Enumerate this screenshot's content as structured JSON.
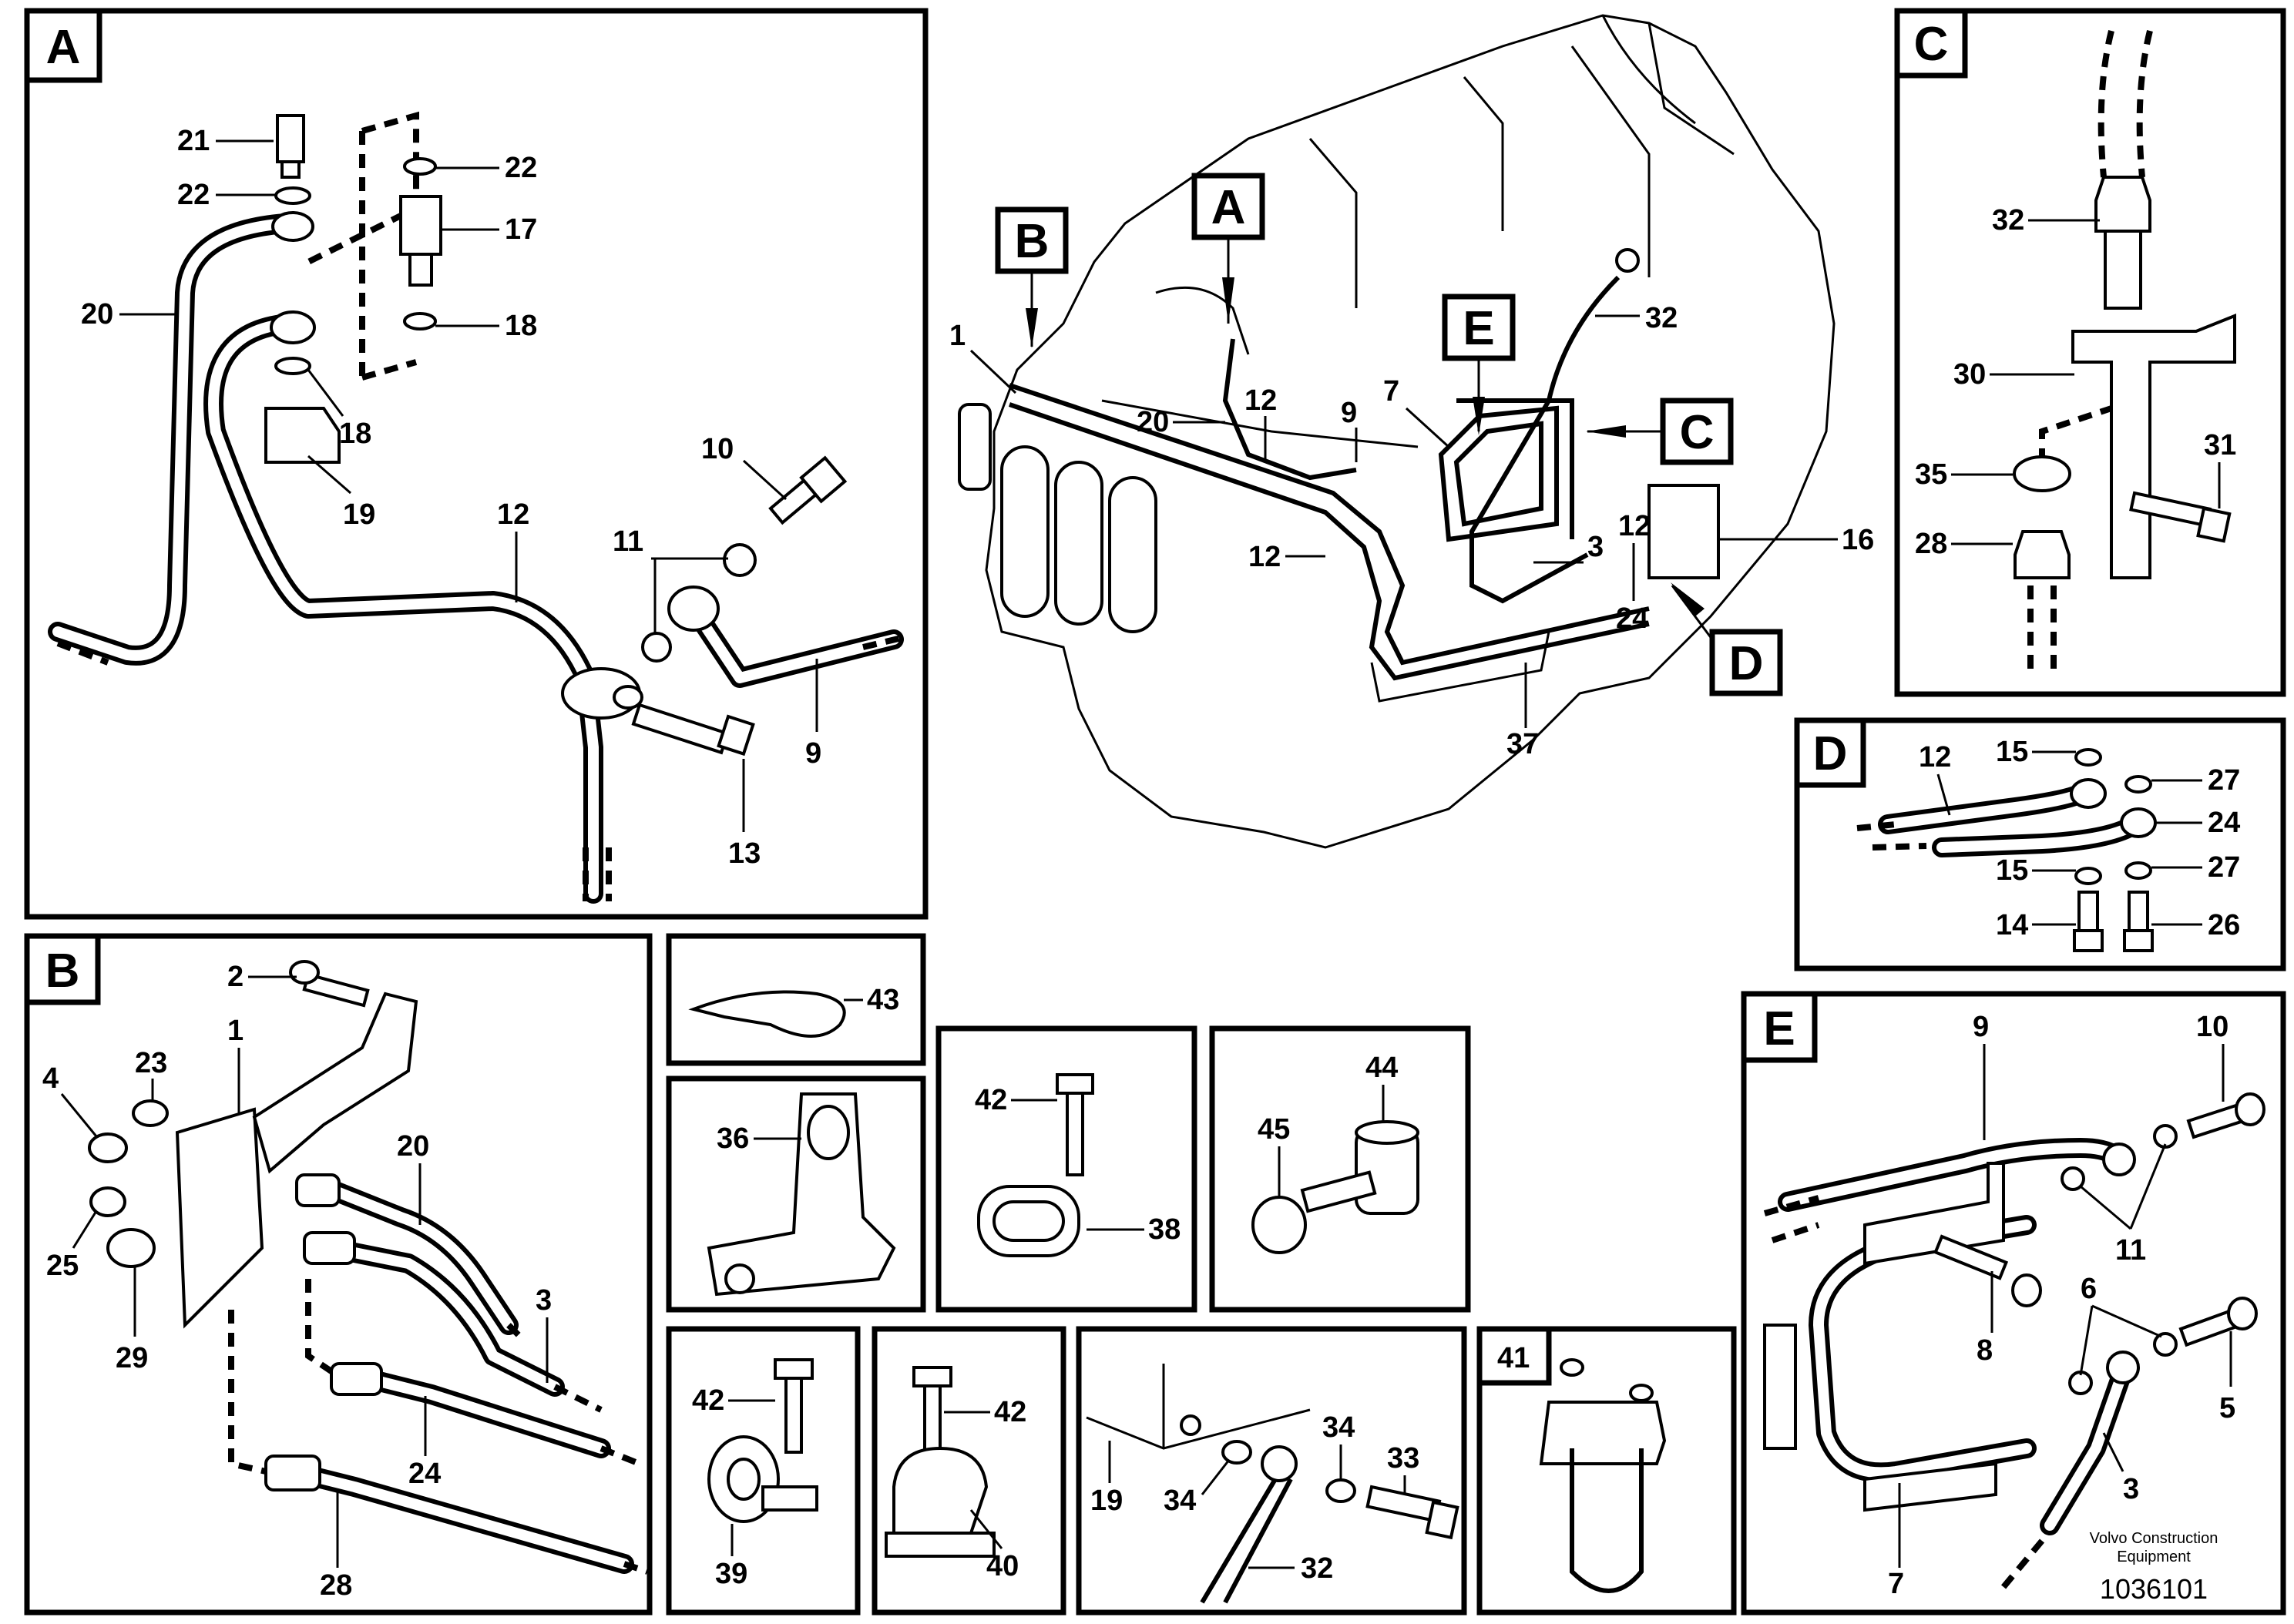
{
  "panels": {
    "A": {
      "tag": "A",
      "labels": {
        "l21": "21",
        "l22a": "22",
        "l22b": "22",
        "l17": "17",
        "l18a": "18",
        "l18b": "18",
        "l20": "20",
        "l19": "19",
        "l10": "10",
        "l11": "11",
        "l12": "12",
        "l9": "9",
        "l13": "13"
      }
    },
    "B": {
      "tag": "B",
      "labels": {
        "l2": "2",
        "l1": "1",
        "l23": "23",
        "l4": "4",
        "l20": "20",
        "l25": "25",
        "l29": "29",
        "l3": "3",
        "l24": "24",
        "l28": "28"
      }
    },
    "C": {
      "tag": "C",
      "labels": {
        "l32": "32",
        "l30": "30",
        "l35": "35",
        "l31": "31",
        "l28": "28"
      }
    },
    "D": {
      "tag": "D",
      "labels": {
        "l12": "12",
        "l15a": "15",
        "l27a": "27",
        "l24": "24",
        "l15b": "15",
        "l27b": "27",
        "l14": "14",
        "l26": "26"
      }
    },
    "E": {
      "tag": "E",
      "labels": {
        "l9": "9",
        "l10": "10",
        "l11": "11",
        "l8": "8",
        "l6": "6",
        "l5": "5",
        "l3": "3",
        "l7": "7"
      }
    }
  },
  "overview": {
    "tags": {
      "A": "A",
      "B": "B",
      "C": "C",
      "D": "D",
      "E": "E"
    },
    "labels": {
      "l1": "1",
      "l20": "20",
      "l12a": "12",
      "l9": "9",
      "l7": "7",
      "l32": "32",
      "l12b": "12",
      "l3": "3",
      "l12c": "12",
      "l16": "16",
      "l24": "24",
      "l37": "37"
    }
  },
  "details": {
    "d43": {
      "label": "43"
    },
    "d36": {
      "label": "36"
    },
    "d42_38": {
      "l42": "42",
      "l38": "38"
    },
    "d44_45": {
      "l44": "44",
      "l45": "45"
    },
    "d42_39": {
      "l42": "42",
      "l39": "39"
    },
    "d42_40": {
      "l42": "42",
      "l40": "40"
    },
    "d19_32": {
      "l19": "19",
      "l34a": "34",
      "l34b": "34",
      "l33": "33",
      "l32": "32"
    },
    "d41": {
      "label": "41"
    }
  },
  "footer": {
    "company_line1": "Volvo Construction",
    "company_line2": "Equipment",
    "drawing_number": "1036101"
  }
}
